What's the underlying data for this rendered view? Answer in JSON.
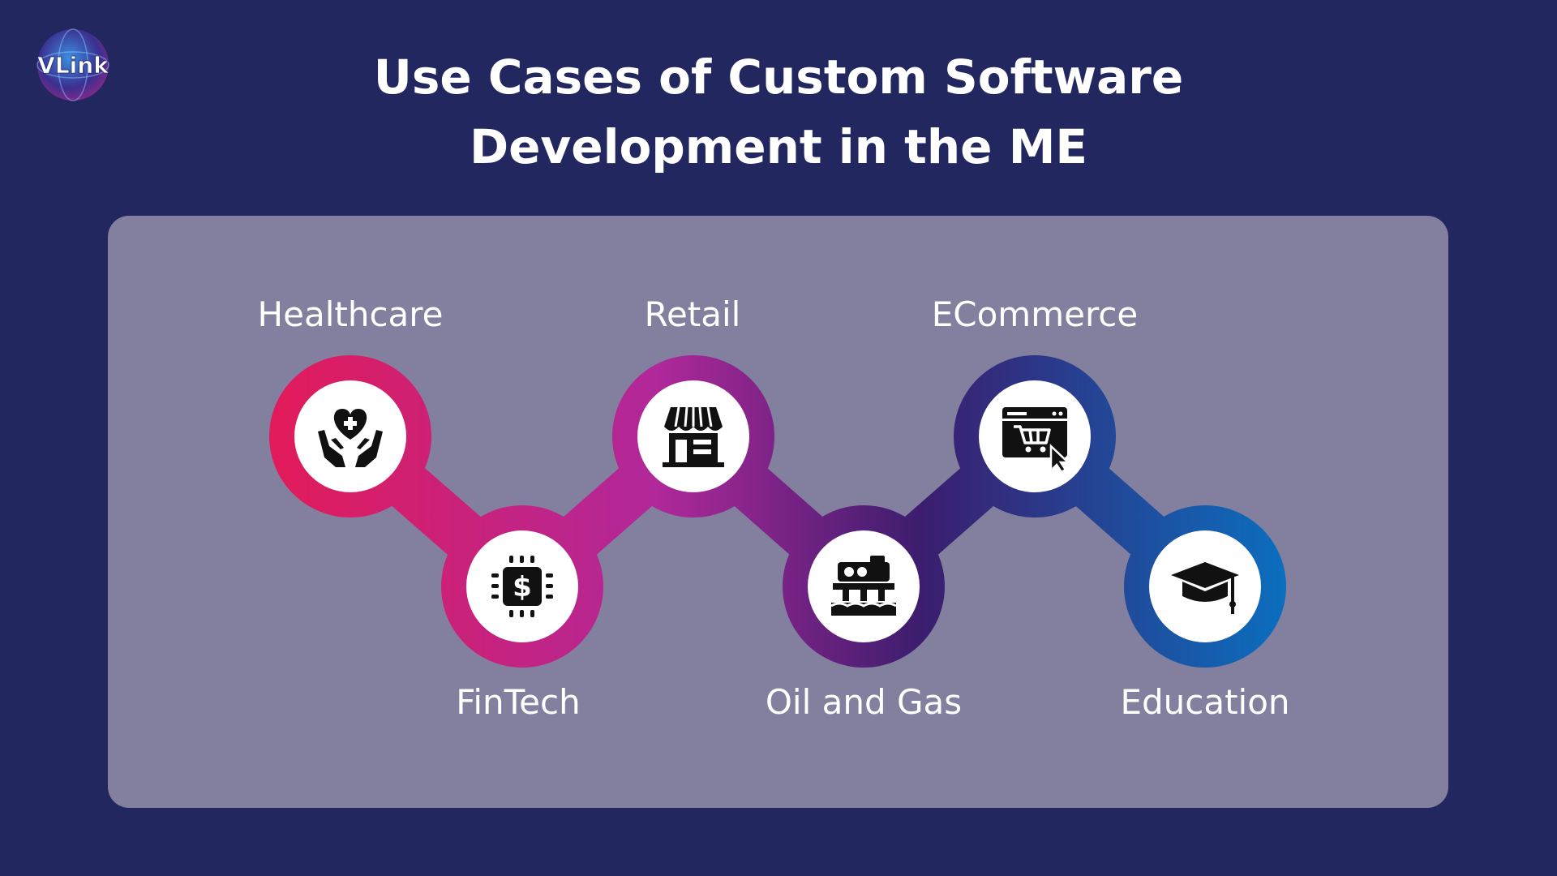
{
  "logo": {
    "text": "VLink",
    "icon": "globe-icon"
  },
  "title": {
    "line1": "Use Cases of Custom Software",
    "line2": "Development in the ME"
  },
  "path_gradient": [
    "#e21b5a",
    "#b0289a",
    "#3b1d6e",
    "#0b6fbf"
  ],
  "use_cases": [
    {
      "label": "Healthcare",
      "icon": "hands-heart-icon"
    },
    {
      "label": "FinTech",
      "icon": "dollar-chip-icon"
    },
    {
      "label": "Retail",
      "icon": "storefront-icon"
    },
    {
      "label": "Oil and Gas",
      "icon": "oil-rig-icon"
    },
    {
      "label": "ECommerce",
      "icon": "shopping-cart-browser-icon"
    },
    {
      "label": "Education",
      "icon": "graduation-cap-icon"
    }
  ]
}
